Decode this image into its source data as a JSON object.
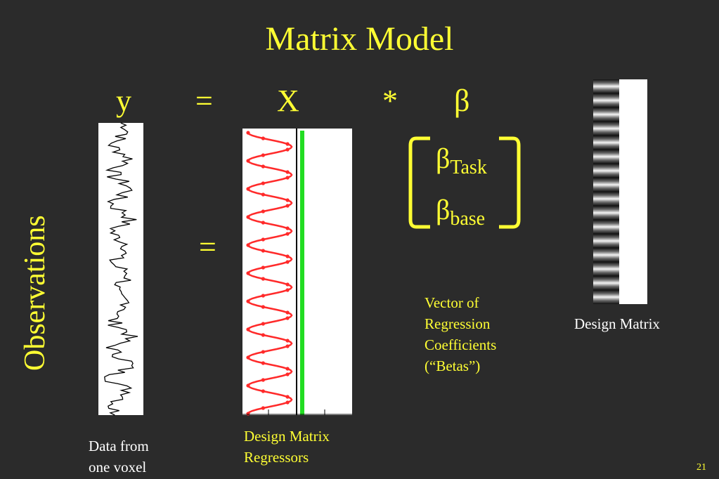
{
  "slide": {
    "title": "Matrix Model",
    "page_number": "21"
  },
  "equation": {
    "y": "y",
    "equals": "=",
    "X": "X",
    "times": "*",
    "beta": "β",
    "equals_mid": "="
  },
  "axis_label": "Observations",
  "beta_vector": {
    "rows": [
      {
        "symbol": "β",
        "subscript": "Task"
      },
      {
        "symbol": "β",
        "subscript": "base"
      }
    ]
  },
  "captions": {
    "voxel_line1": "Data from",
    "voxel_line2": "one voxel",
    "regressors_line1": "Design Matrix",
    "regressors_line2": "Regressors",
    "coeff_line1": "Vector of",
    "coeff_line2": "Regression",
    "coeff_line3": "Coefficients",
    "coeff_line4": "(“Betas”)",
    "design_matrix": "Design Matrix"
  },
  "colors": {
    "background": "#2b2b2b",
    "accent_yellow": "#ffff33",
    "task_regressor": "#ff2a2a",
    "base_regressor": "#22dd22"
  }
}
